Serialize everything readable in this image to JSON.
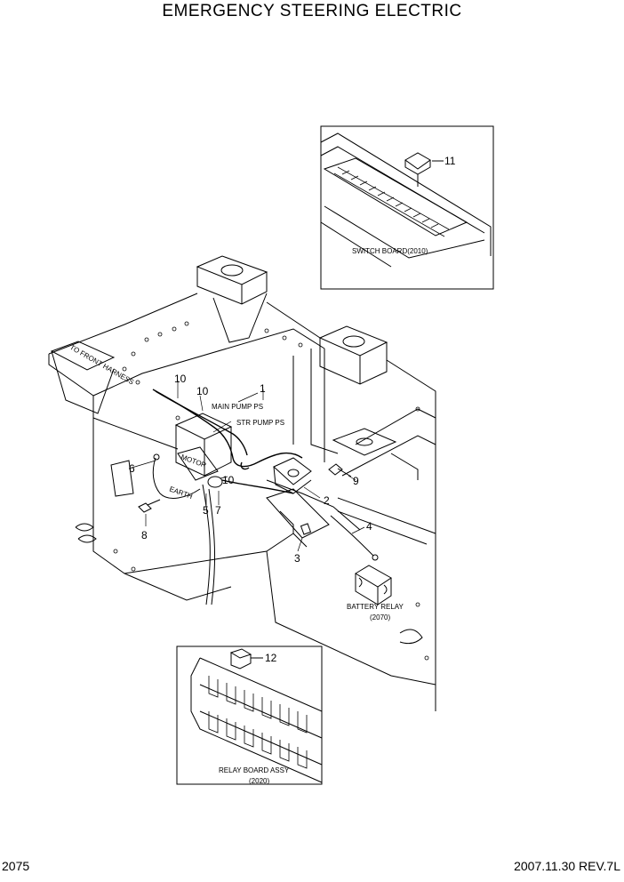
{
  "title": "EMERGENCY STEERING ELECTRIC",
  "page_number": "2075",
  "revision": "2007.11.30  REV.7L",
  "labels": {
    "front_harness": "TO FRONT HARNESS",
    "main_pump_ps": "MAIN PUMP PS",
    "str_pump_ps": "STR PUMP PS",
    "switch_board": "SWITCH BOARD(2010)",
    "battery_relay": "BATTERY RELAY",
    "battery_relay_ref": "(2070)",
    "relay_board": "RELAY BOARD ASSY",
    "relay_board_ref": "(2020)",
    "motor": "MOTOR",
    "earth": "EARTH"
  },
  "callouts": [
    "1",
    "2",
    "3",
    "4",
    "5",
    "6",
    "7",
    "8",
    "9",
    "10",
    "10",
    "10",
    "11",
    "12"
  ]
}
